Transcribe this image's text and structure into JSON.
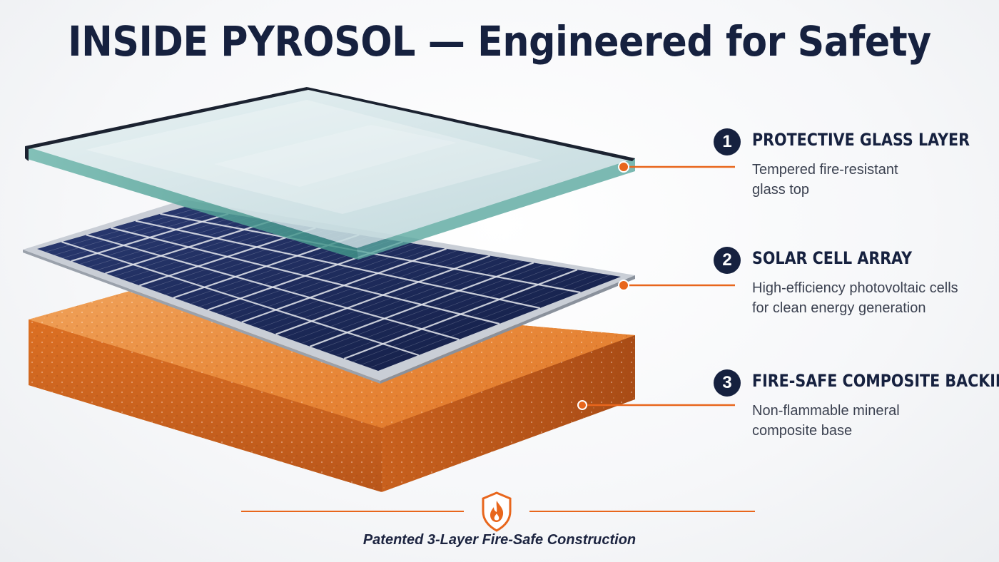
{
  "title": "INSIDE PYROSOL — Engineered for Safety",
  "layers": [
    {
      "number": "1",
      "title": "PROTECTIVE GLASS LAYER",
      "description": "Tempered fire-resistant glass top"
    },
    {
      "number": "2",
      "title": "SOLAR CELL ARRAY",
      "description": "High-efficiency photovoltaic cells for clean energy generation"
    },
    {
      "number": "3",
      "title": "FIRE-SAFE COMPOSITE BACKING",
      "description": "Non-flammable mineral composite base"
    }
  ],
  "footer": {
    "tagline": "Patented 3-Layer Fire-Safe Construction",
    "icon": "fire-shield-icon"
  },
  "colors": {
    "navy": "#16213f",
    "accent_orange": "#e8661c",
    "composite_orange": "#e5802f",
    "cell_blue": "#1d2b5c"
  }
}
